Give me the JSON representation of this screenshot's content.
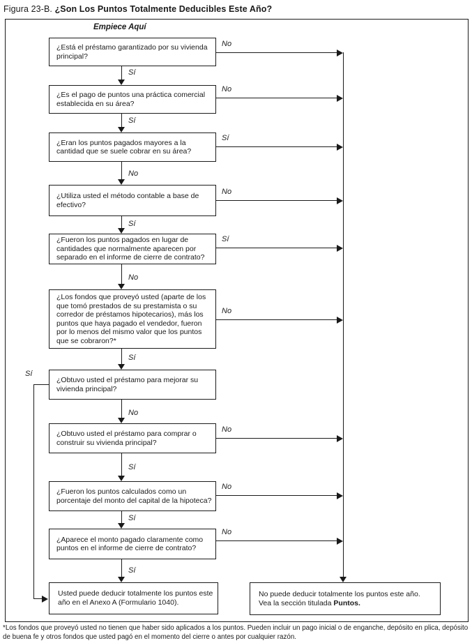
{
  "title": {
    "prefix": "Figura 23-B. ",
    "main": "¿Son Los Puntos Totalmente Deducibles Este Año?"
  },
  "chart": {
    "type": "flowchart",
    "start_label": "Empiece Aquí",
    "questions": [
      {
        "text": "¿Está el préstamo garantizado por su vivienda principal?",
        "right_label": "No",
        "down_label": "Sí"
      },
      {
        "text": "¿Es el pago de puntos una práctica comercial establecida en su área?",
        "right_label": "No",
        "down_label": "Sí"
      },
      {
        "text": "¿Eran los puntos pagados mayores a la cantidad que se suele cobrar en su área?",
        "right_label": "Sí",
        "down_label": "No"
      },
      {
        "text": "¿Utiliza usted el método contable a base de efectivo?",
        "right_label": "No",
        "down_label": "Sí"
      },
      {
        "text": "¿Fueron los puntos pagados en lugar de cantidades que normalmente aparecen por separado en el informe de cierre de contrato?",
        "right_label": "Sí",
        "down_label": "No"
      },
      {
        "text": "¿Los fondos que proveyó usted (aparte de los que tomó prestados de su prestamista o su corredor de préstamos hipotecarios), más los puntos que haya pagado el vendedor, fueron por lo menos del mismo valor que los puntos que se cobraron?*",
        "right_label": "No",
        "down_label": "Sí"
      },
      {
        "text": "¿Obtuvo usted el préstamo para mejorar su vivienda principal?",
        "left_label": "Sí",
        "down_label": "No"
      },
      {
        "text": "¿Obtuvo usted el préstamo para comprar o construir su vivienda principal?",
        "right_label": "No",
        "down_label": "Sí"
      },
      {
        "text": "¿Fueron los puntos calculados como un porcentaje del monto del capital de la hipoteca?",
        "right_label": "No",
        "down_label": "Sí"
      },
      {
        "text": "¿Aparece el monto pagado claramente como puntos en el informe de cierre de contrato?",
        "right_label": "No",
        "down_label": "Sí"
      }
    ],
    "terminal_yes": "Usted puede deducir totalmente los puntos este año en el Anexo A (Formulario 1040).",
    "terminal_no": {
      "line1": "No puede deducir totalmente los puntos este año.",
      "line2": "Vea la sección titulada ",
      "line2_bold": "Puntos."
    }
  },
  "footnote": "*Los fondos que proveyó usted no tienen que haber sido aplicados a los puntos. Pueden incluir un pago inicial o de enganche, depósito en plica, depósito de buena fe y otros fondos que usted pagó en el momento del cierre o antes por cualquier razón."
}
